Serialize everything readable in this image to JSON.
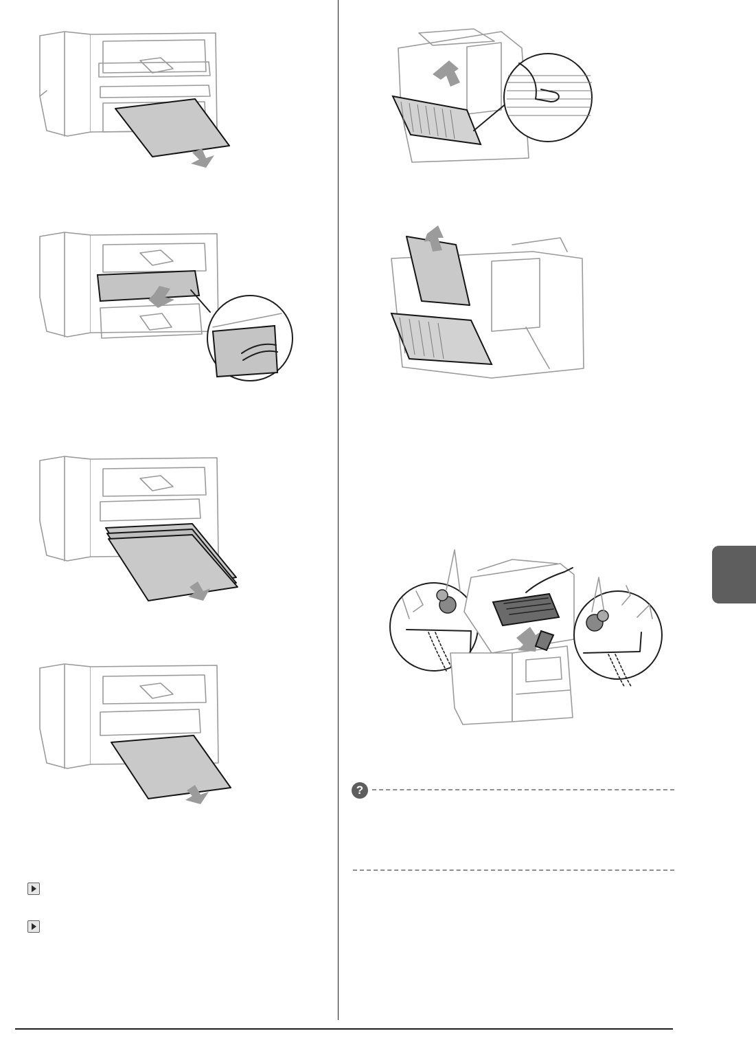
{
  "layout": {
    "section_tab_color": "#5e5e5e",
    "rule_color": "#1e1e1e",
    "dashed_rule_color": "#8e8e8e",
    "paper_fill": "#c9c9c9",
    "arrow_fill": "#9b9b9b"
  },
  "illustrations": [
    {
      "id": "pull-paper-from-output-slot",
      "icon": "printer-paper-removal-figure"
    },
    {
      "id": "lift-paper-cover",
      "icon": "printer-open-cover-figure"
    },
    {
      "id": "remove-paper-stack",
      "icon": "printer-paper-stack-figure"
    },
    {
      "id": "pull-jammed-sheet",
      "icon": "printer-jammed-sheet-figure"
    },
    {
      "id": "open-rear-cover",
      "icon": "printer-rear-cover-figure"
    },
    {
      "id": "remove-paper-from-rear",
      "icon": "printer-rear-paper-figure"
    },
    {
      "id": "insert-toner-cartridge",
      "icon": "toner-cartridge-figure"
    }
  ],
  "help_note": {
    "icon": "question-icon",
    "glyph": "?"
  },
  "references": [
    {
      "icon": "arrow-right-icon"
    },
    {
      "icon": "arrow-right-icon"
    }
  ]
}
